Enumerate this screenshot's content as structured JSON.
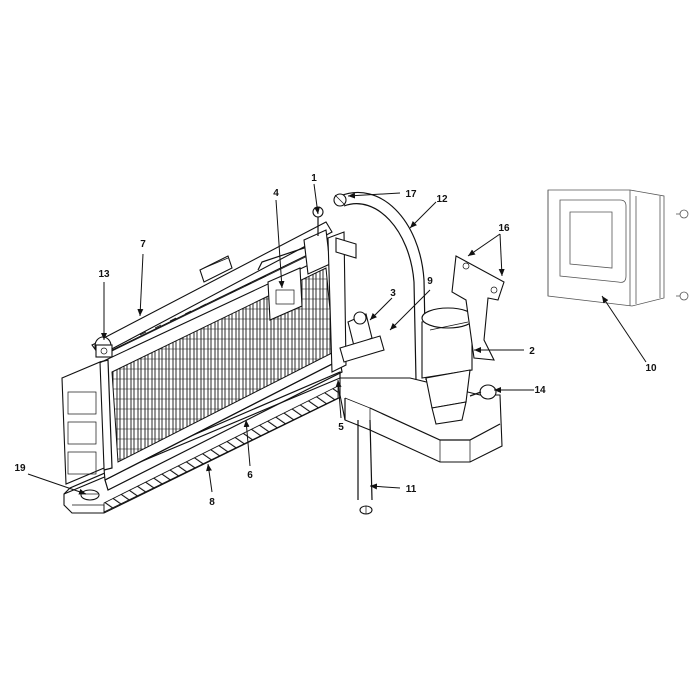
{
  "diagram": {
    "colors": {
      "line": "#111111",
      "fill": "#ffffff",
      "shade": "#d9d9d9",
      "inset": "#888888"
    },
    "callouts": [
      {
        "id": "c1",
        "label": "1"
      },
      {
        "id": "c2",
        "label": "2"
      },
      {
        "id": "c3",
        "label": "3"
      },
      {
        "id": "c4",
        "label": "4"
      },
      {
        "id": "c5",
        "label": "5"
      },
      {
        "id": "c6",
        "label": "6"
      },
      {
        "id": "c7",
        "label": "7"
      },
      {
        "id": "c8",
        "label": "8"
      },
      {
        "id": "c9",
        "label": "9"
      },
      {
        "id": "c10",
        "label": "10"
      },
      {
        "id": "c11",
        "label": "11"
      },
      {
        "id": "c12",
        "label": "12"
      },
      {
        "id": "c13",
        "label": "13"
      },
      {
        "id": "c14",
        "label": "14"
      },
      {
        "id": "c16",
        "label": "16"
      },
      {
        "id": "c17",
        "label": "17"
      },
      {
        "id": "c19",
        "label": "19"
      }
    ]
  }
}
